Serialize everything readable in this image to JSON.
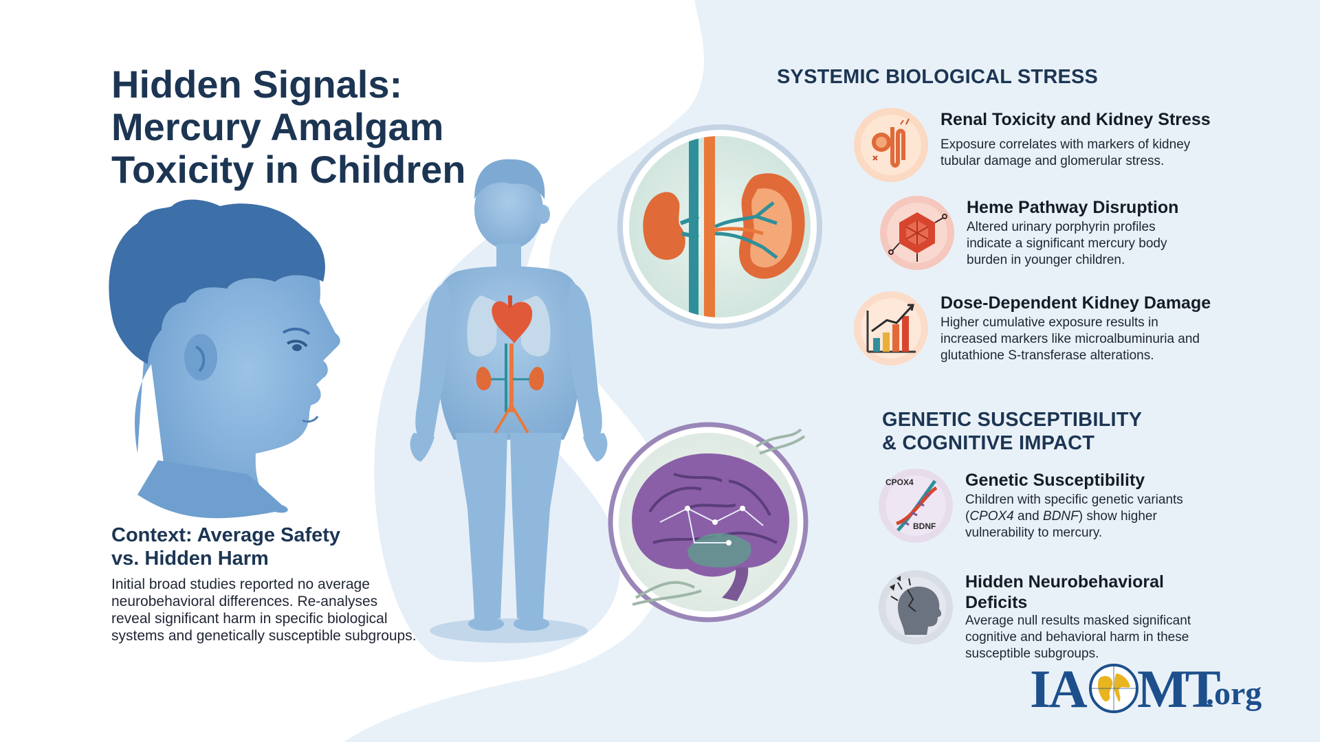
{
  "title": {
    "lines": [
      "Hidden Signals:",
      "Mercury Amalgam",
      "Toxicity in Children"
    ]
  },
  "context": {
    "heading_lines": [
      "Context: Average Safety",
      "vs. Hidden Harm"
    ],
    "body_lines": [
      "Initial broad studies reported no average",
      "neurobehavioral differences. Re-analyses",
      "reveal significant harm in specific biological",
      "systems and genetically susceptible subgroups."
    ]
  },
  "systemic": {
    "heading": "SYSTEMIC BIOLOGICAL STRESS",
    "items": [
      {
        "title": "Renal Toxicity and Kidney Stress",
        "icon": "kidney-icon",
        "body_lines": [
          "Exposure correlates with markers of kidney",
          "tubular damage and glomerular stress."
        ]
      },
      {
        "title": "Heme Pathway Disruption",
        "icon": "porphyrin-molecule-icon",
        "body_lines": [
          "Altered urinary porphyrin profiles",
          "indicate a significant mercury body",
          "burden in younger children."
        ]
      },
      {
        "title": "Dose-Dependent Kidney Damage",
        "icon": "bar-chart-icon",
        "body_lines": [
          "Higher cumulative exposure results in",
          "increased markers like microalbuminuria and",
          "glutathione S-transferase alterations."
        ]
      }
    ]
  },
  "genetic": {
    "heading_lines": [
      "GENETIC SUSCEPTIBILITY",
      "& COGNITIVE IMPACT"
    ],
    "items": [
      {
        "title": "Genetic Susceptibility",
        "icon": "dna-icon",
        "icon_labels": [
          "CPOX4",
          "BDNF"
        ],
        "body_line1": "Children with specific genetic variants",
        "body_line2_open": "(",
        "gene1": "CPOX4",
        "body_line2_and": " and ",
        "gene2": "BDNF",
        "body_line2_close": ") show higher",
        "body_line3": "vulnerability to mercury."
      },
      {
        "title_lines": [
          "Hidden Neurobehavioral",
          "Deficits"
        ],
        "icon": "cracked-head-icon",
        "body_lines": [
          "Average null results masked significant",
          "cognitive and behavioral harm in these",
          "susceptible subgroups."
        ]
      }
    ]
  },
  "logo": {
    "part1": "IA",
    "part2": "MT",
    "suffix": ".org"
  },
  "colors": {
    "heading": "#1c3553",
    "kidney": "#e06a38",
    "artery": "#e8793a",
    "vein": "#2e8f9a",
    "child_blue": "#4f86bd",
    "body_blue": "#8fb8dc",
    "logo_blue": "#1d4f8c",
    "logo_gold": "#e8b420"
  }
}
